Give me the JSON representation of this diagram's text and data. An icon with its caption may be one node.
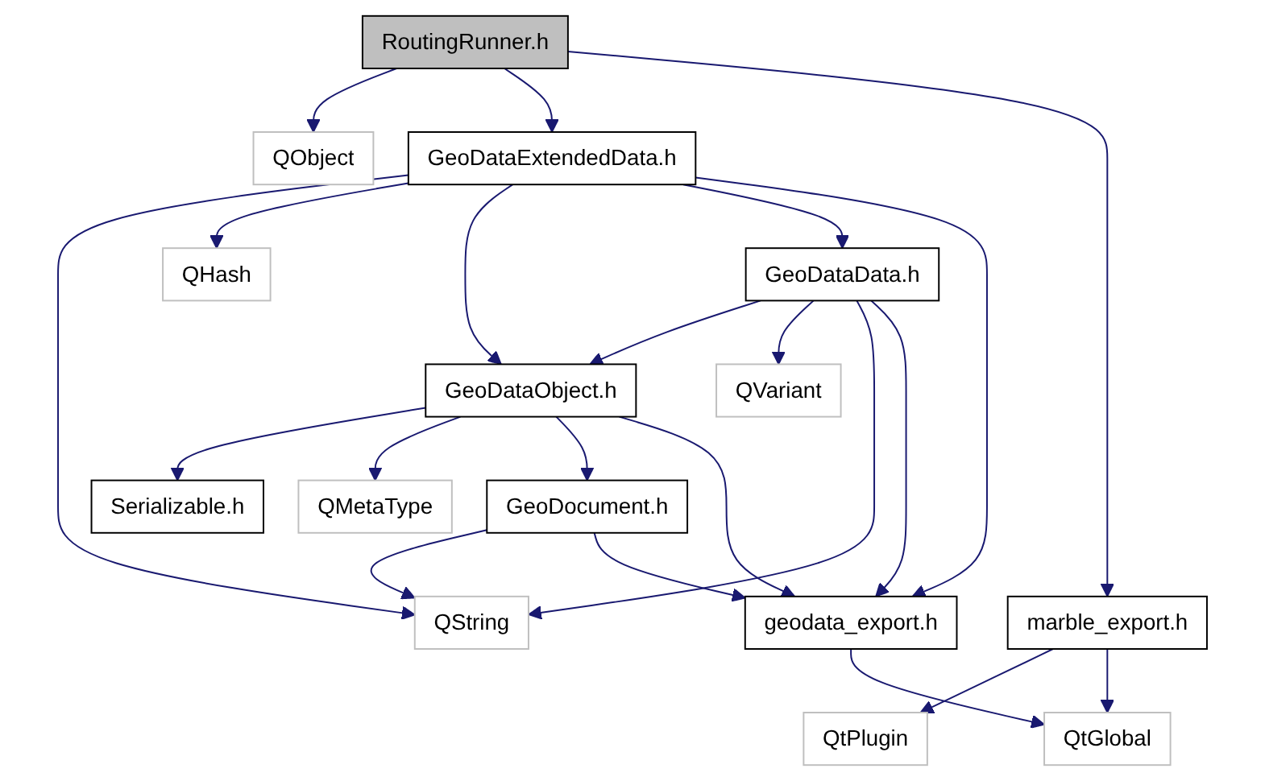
{
  "diagram": {
    "nodes": [
      {
        "text": [
          "RoutingRunner.h"
        ]
      },
      {
        "text": [
          "QObject"
        ]
      },
      {
        "text": [
          "GeoDataExtendedData.h"
        ]
      },
      {
        "text": [
          "marble_export.h"
        ]
      },
      {
        "text": [
          "QHash"
        ]
      },
      {
        "text": [
          "GeoDataData.h"
        ]
      },
      {
        "text": [
          "QtPlugin"
        ]
      },
      {
        "text": [
          "GeoDataObject.h"
        ]
      },
      {
        "text": [
          "QVariant"
        ]
      },
      {
        "text": [
          "Serializable.h"
        ]
      },
      {
        "text": [
          "QMetaType"
        ]
      },
      {
        "text": [
          "GeoDocument.h"
        ]
      },
      {
        "text": [
          "QString"
        ]
      },
      {
        "text": [
          "geodata_export.h"
        ]
      },
      {
        "text": [
          "QtGlobal"
        ]
      }
    ],
    "edges": [
      {
        "from": 0,
        "to": 1,
        "arrow": "to"
      },
      {
        "from": 0,
        "to": 2,
        "arrow": "to"
      },
      {
        "from": 0,
        "to": 3,
        "arrow": "to"
      },
      {
        "from": 2,
        "to": 12,
        "arrow": "to"
      },
      {
        "from": 2,
        "to": 4,
        "arrow": "to"
      },
      {
        "from": 2,
        "to": 7,
        "arrow": "to"
      },
      {
        "from": 2,
        "to": 5,
        "arrow": "to"
      },
      {
        "from": 2,
        "to": 13,
        "arrow": "to"
      },
      {
        "from": 3,
        "to": 6,
        "arrow": "to"
      },
      {
        "from": 3,
        "to": 14,
        "arrow": "to"
      },
      {
        "from": 5,
        "to": 7,
        "arrow": "to"
      },
      {
        "from": 5,
        "to": 8,
        "arrow": "to"
      },
      {
        "from": 5,
        "to": 12,
        "arrow": "to"
      },
      {
        "from": 5,
        "to": 13,
        "arrow": "to"
      },
      {
        "from": 7,
        "to": 9,
        "arrow": "to"
      },
      {
        "from": 7,
        "to": 10,
        "arrow": "to"
      },
      {
        "from": 7,
        "to": 11,
        "arrow": "to"
      },
      {
        "from": 7,
        "to": 13,
        "arrow": "to"
      },
      {
        "from": 11,
        "to": 12,
        "arrow": "to"
      },
      {
        "from": 11,
        "to": 13,
        "arrow": "to"
      },
      {
        "from": 13,
        "to": 14,
        "arrow": "to"
      }
    ]
  }
}
